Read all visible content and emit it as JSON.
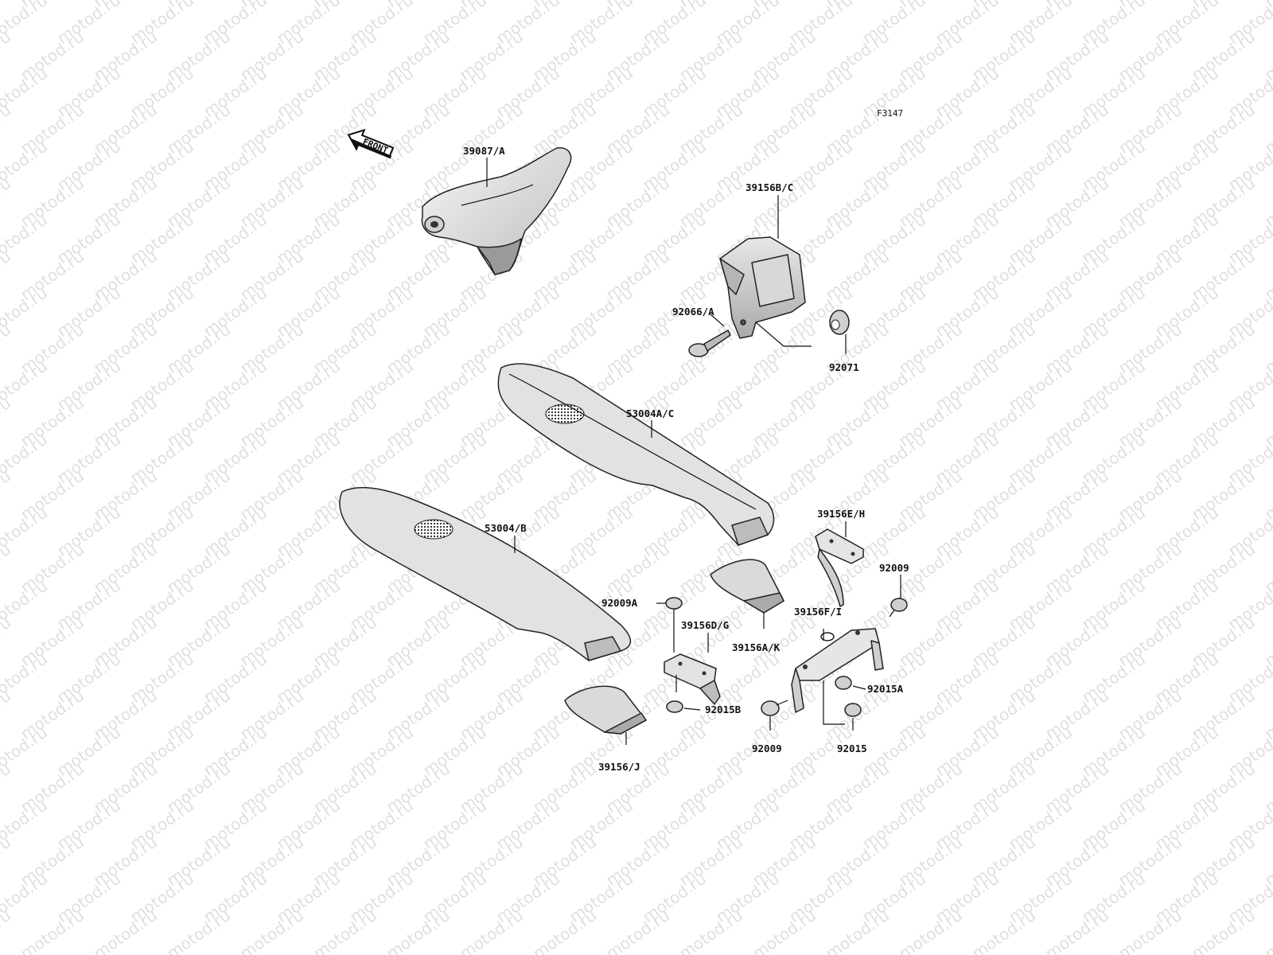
{
  "diagram": {
    "figure_code": "F3147",
    "front_arrow_label": "FRONT",
    "watermark": "motod.ru",
    "labels": {
      "p39087A": "39087/A",
      "p39156BC": "39156B/C",
      "p92066A": "92066/A",
      "p92071": "92071",
      "p53004AC": "53004A/C",
      "p53004B": "53004/B",
      "p39156EH": "39156E/H",
      "p92009_top": "92009",
      "p92009A": "92009A",
      "p39156DG": "39156D/G",
      "p39156AK": "39156A/K",
      "p39156FI": "39156F/I",
      "p92015A": "92015A",
      "p92015B": "92015B",
      "p92009_bottom": "92009",
      "p92015": "92015",
      "p39156J": "39156/J"
    }
  }
}
